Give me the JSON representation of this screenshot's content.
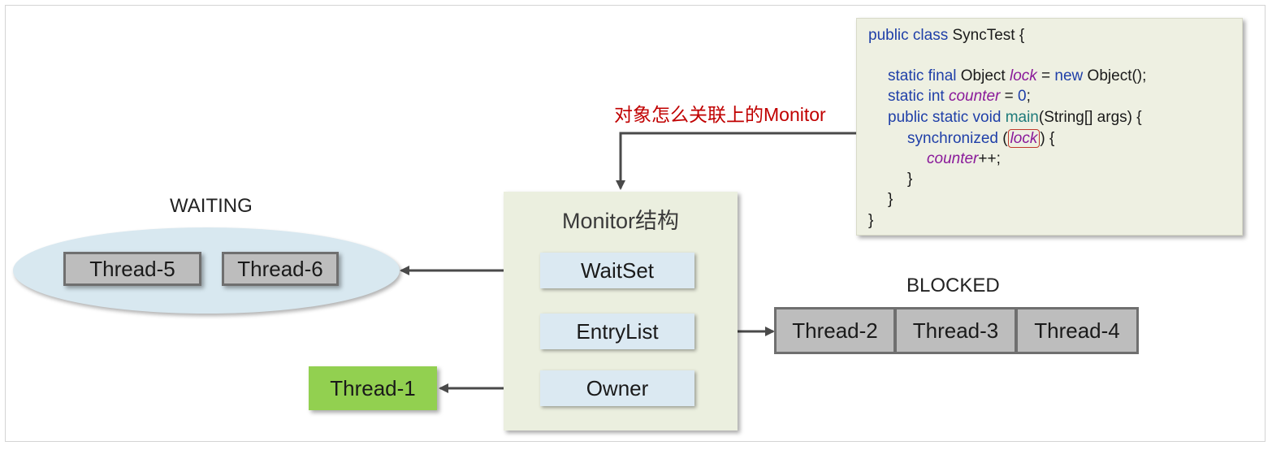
{
  "code": {
    "line1": {
      "kw": "public class",
      "rest": " SyncTest {"
    },
    "line2": {
      "kw": "static final",
      "type": " Object ",
      "field": "lock",
      "eq": " = ",
      "kw2": "new",
      "rest": " Object();"
    },
    "line3": {
      "kw": "static int",
      "sp": " ",
      "field": "counter",
      "eq": " = ",
      "num": "0",
      "rest": ";"
    },
    "line4": {
      "kw": "public static void",
      "sp": " ",
      "method": "main",
      "rest": "(String[] args) {"
    },
    "line5": {
      "kw": "synchronized",
      "open": " (",
      "field": "lock",
      "rest": ") {"
    },
    "line6": {
      "field": "counter",
      "rest": "++;"
    },
    "line7": "}",
    "line8": "}",
    "line9": "}"
  },
  "annotation": "对象怎么关联上的Monitor",
  "monitor": {
    "title": "Monitor结构",
    "waitset": "WaitSet",
    "entrylist": "EntryList",
    "owner": "Owner"
  },
  "waiting": {
    "label": "WAITING",
    "threads": [
      "Thread-5",
      "Thread-6"
    ]
  },
  "blocked": {
    "label": "BLOCKED",
    "threads": [
      "Thread-2",
      "Thread-3",
      "Thread-4"
    ]
  },
  "owner_thread": "Thread-1",
  "colors": {
    "keyword": "#1f3fa8",
    "field": "#8a1a9a",
    "method": "#1d7a7a",
    "annotation": "#c00000",
    "owner_thread": "#92d050",
    "thread_gray": "#bdbdbd",
    "monitor_bg": "#ebefdf",
    "slot_bg": "#dbe9f2",
    "ellipse_bg": "#d8e8f0",
    "code_bg": "#eef0e2"
  }
}
